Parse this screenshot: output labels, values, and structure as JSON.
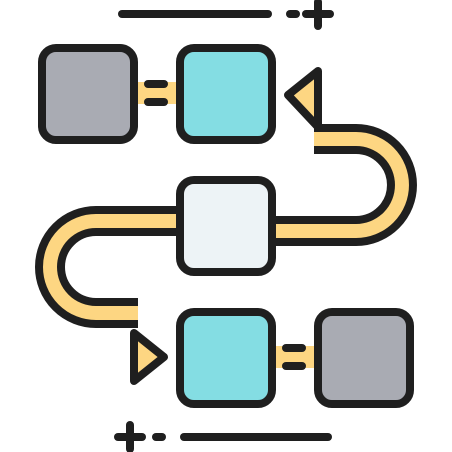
{
  "icon": {
    "name": "workflow-process-icon",
    "colors": {
      "outline": "#1f1f1f",
      "gray_box": "#a9abb3",
      "cyan_box": "#84dde3",
      "light_box": "#edf3f6",
      "arrow_fill": "#fdd682",
      "background": "#ffffff"
    },
    "nodes": [
      {
        "name": "top-left-gray-box",
        "color": "gray_box"
      },
      {
        "name": "top-right-cyan-box",
        "color": "cyan_box"
      },
      {
        "name": "middle-light-box",
        "color": "light_box"
      },
      {
        "name": "bottom-left-cyan-box",
        "color": "cyan_box"
      },
      {
        "name": "bottom-right-gray-box",
        "color": "gray_box"
      }
    ]
  }
}
